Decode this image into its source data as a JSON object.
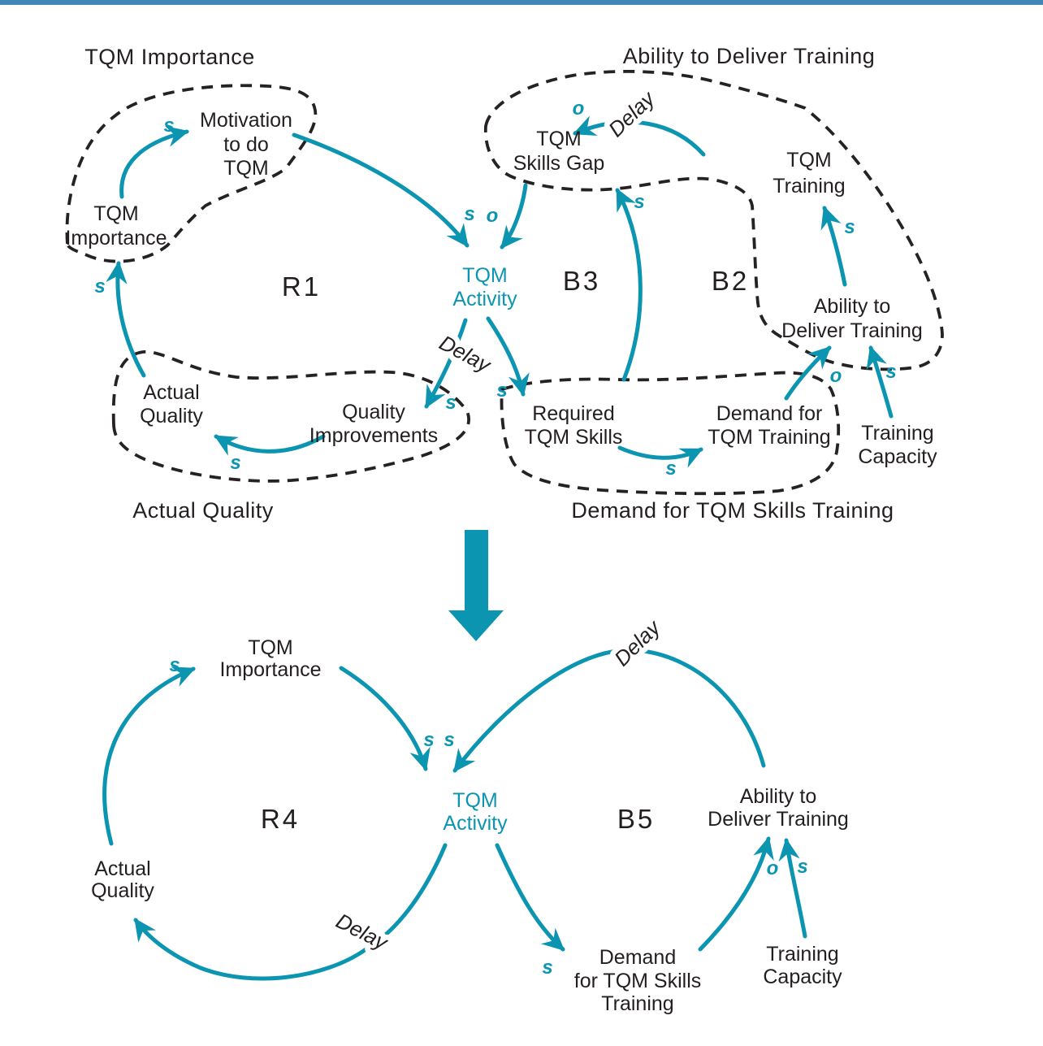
{
  "colors": {
    "teal": "#0c95b1",
    "ink": "#231f20",
    "dash": "#262223",
    "top_bar": "#4086b8"
  },
  "top": {
    "headings": {
      "tqm_importance": "TQM Importance",
      "ability_to_deliver_training": "Ability to Deliver Training",
      "actual_quality": "Actual Quality",
      "demand_for_tqm_skills_training": "Demand for TQM Skills Training"
    },
    "loops": {
      "r1": "R1",
      "b3": "B3",
      "b2": "B2"
    },
    "nodes": {
      "motivation": {
        "lines": [
          "Motivation",
          "to do",
          "TQM"
        ]
      },
      "tqm_importance": {
        "lines": [
          "TQM",
          "Importance"
        ]
      },
      "tqm_activity": {
        "lines": [
          "TQM",
          "Activity"
        ]
      },
      "tqm_skills_gap": {
        "lines": [
          "TQM",
          "Skills Gap"
        ]
      },
      "tqm_training": {
        "lines": [
          "TQM",
          "Training"
        ]
      },
      "ability_to_deliver_training": {
        "lines": [
          "Ability to",
          "Deliver Training"
        ]
      },
      "required_tqm_skills": {
        "lines": [
          "Required",
          "TQM Skills"
        ]
      },
      "demand_for_tqm_training": {
        "lines": [
          "Demand for",
          "TQM Training"
        ]
      },
      "training_capacity": {
        "lines": [
          "Training",
          "Capacity"
        ]
      },
      "actual_quality": {
        "lines": [
          "Actual",
          "Quality"
        ]
      },
      "quality_improvements": {
        "lines": [
          "Quality",
          "Improvements"
        ]
      }
    },
    "polarity": {
      "importance_to_motivation": "s",
      "motivation_to_activity": "s",
      "skills_gap_to_activity": "o",
      "training_to_skills_gap": "o",
      "required_to_skills_gap": "s",
      "ability_to_training": "s",
      "demand_to_ability": "o",
      "capacity_to_ability": "s",
      "activity_to_required": "s",
      "activity_to_improvements": "s",
      "required_to_demand": "s",
      "improvements_to_actual": "s",
      "actual_to_importance": "s"
    },
    "delays": {
      "training_to_skills_gap": "Delay",
      "activity_to_improvements": "Delay"
    }
  },
  "bottom": {
    "loops": {
      "r4": "R4",
      "b5": "B5"
    },
    "nodes": {
      "tqm_importance": {
        "lines": [
          "TQM",
          "Importance"
        ]
      },
      "tqm_activity": {
        "lines": [
          "TQM",
          "Activity"
        ]
      },
      "actual_quality": {
        "lines": [
          "Actual",
          "Quality"
        ]
      },
      "ability_to_deliver_training": {
        "lines": [
          "Ability to",
          "Deliver Training"
        ]
      },
      "demand_for_tqm_skills_training": {
        "lines": [
          "Demand",
          "for TQM Skills",
          "Training"
        ]
      },
      "training_capacity": {
        "lines": [
          "Training",
          "Capacity"
        ]
      }
    },
    "polarity": {
      "actual_to_importance": "s",
      "importance_to_activity": "s",
      "ability_to_activity": "s",
      "activity_to_demand": "s",
      "demand_to_ability": "o",
      "capacity_to_ability": "s"
    },
    "delays": {
      "ability_to_activity": "Delay",
      "activity_to_actual": "Delay"
    }
  }
}
